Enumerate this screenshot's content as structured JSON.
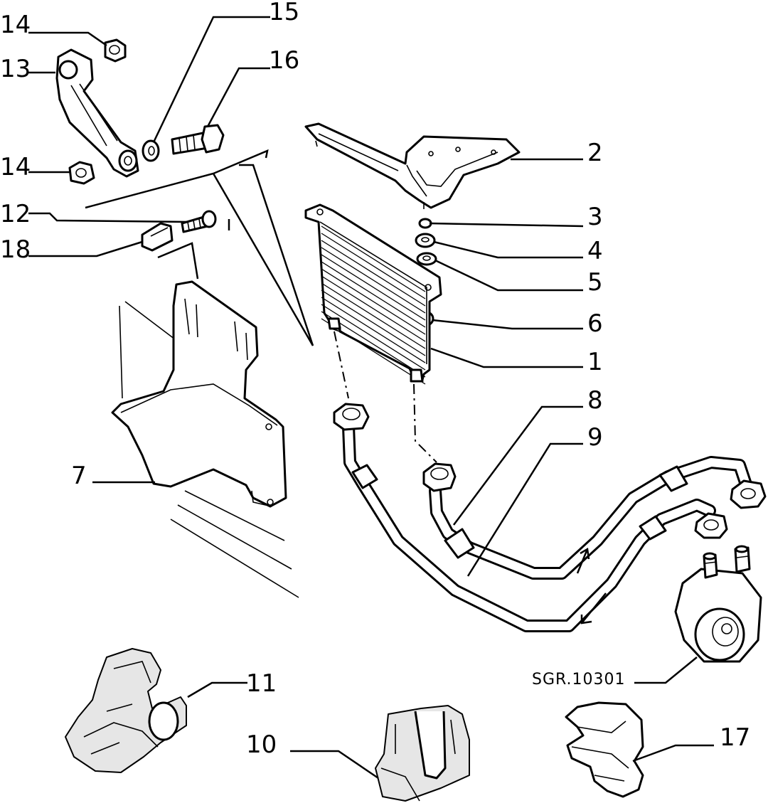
{
  "diagram": {
    "code": "SGR.10301",
    "callouts": [
      {
        "id": "c14a",
        "label": "14"
      },
      {
        "id": "c15",
        "label": "15"
      },
      {
        "id": "c13",
        "label": "13"
      },
      {
        "id": "c16",
        "label": "16"
      },
      {
        "id": "c14b",
        "label": "14"
      },
      {
        "id": "c12",
        "label": "12"
      },
      {
        "id": "c18",
        "label": "18"
      },
      {
        "id": "c2",
        "label": "2"
      },
      {
        "id": "c3",
        "label": "3"
      },
      {
        "id": "c4",
        "label": "4"
      },
      {
        "id": "c5",
        "label": "5"
      },
      {
        "id": "c6",
        "label": "6"
      },
      {
        "id": "c1",
        "label": "1"
      },
      {
        "id": "c8",
        "label": "8"
      },
      {
        "id": "c9",
        "label": "9"
      },
      {
        "id": "c7",
        "label": "7"
      },
      {
        "id": "c11",
        "label": "11"
      },
      {
        "id": "c10",
        "label": "10"
      },
      {
        "id": "c17",
        "label": "17"
      }
    ]
  }
}
